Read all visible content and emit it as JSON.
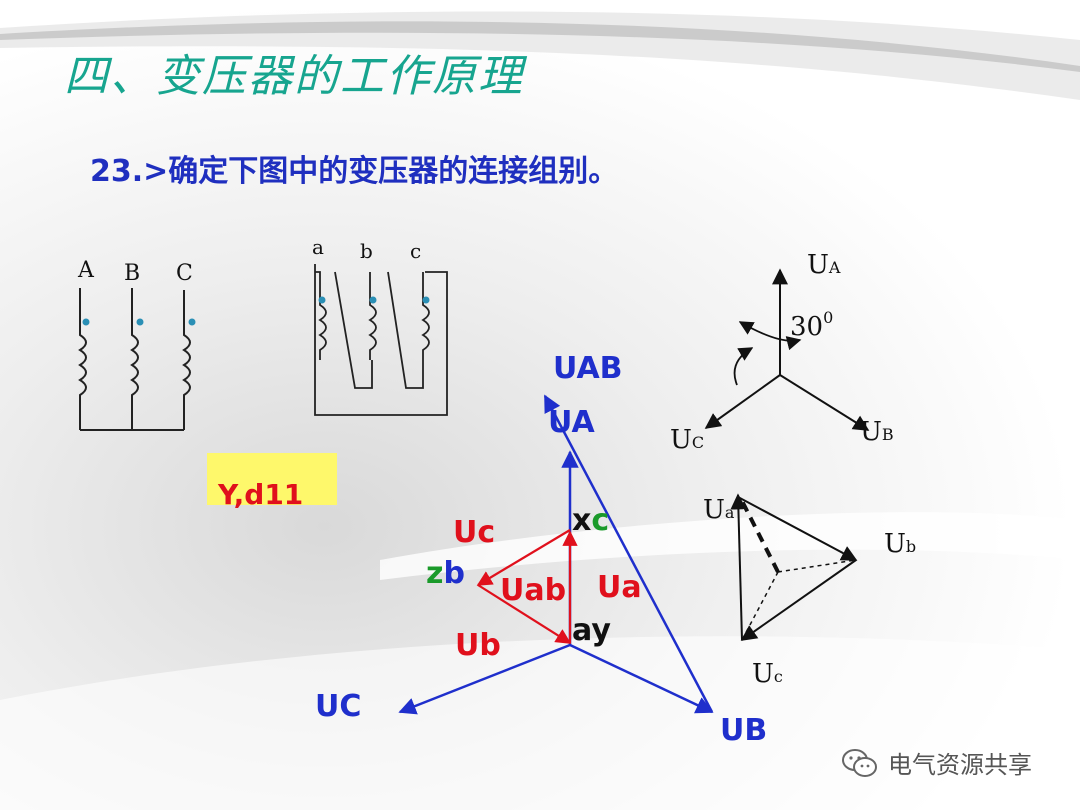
{
  "slide": {
    "title": "四、变压器的工作原理",
    "question": "23.>确定下图中的变压器的连接组别。",
    "answer": "Y,d11"
  },
  "primary_winding": {
    "labels": [
      "A",
      "B",
      "C"
    ]
  },
  "secondary_winding": {
    "labels": [
      "a",
      "b",
      "c"
    ]
  },
  "phasor_diagram": {
    "UAB": "UAB",
    "UA": "UA",
    "UB": "UB",
    "UC": "UC",
    "xc_x": "x",
    "xc_c": "c",
    "zb_z": "z",
    "zb_b": "b",
    "ay": "ay",
    "Uc": "Uc",
    "Ub": "Ub",
    "Uab": "Uab",
    "Ua": "Ua"
  },
  "star_diagram": {
    "UA_U": "U",
    "UA_sub": "A",
    "UB_U": "U",
    "UB_sub": "B",
    "UC_U": "U",
    "UC_sub": "C",
    "angle": "30",
    "angle_sup": "0"
  },
  "triangle_diagram": {
    "Ua_U": "U",
    "Ua_sub": "a",
    "Ub_U": "U",
    "Ub_sub": "b",
    "Uc_U": "U",
    "Uc_sub": "c"
  },
  "watermark": {
    "text": "电气资源共享"
  },
  "colors": {
    "title": "#17a58f",
    "question": "#1f2fbf",
    "blue": "#1f2fcc",
    "red": "#e0101c",
    "green": "#1a9a2a",
    "highlight": "#fef86b"
  }
}
